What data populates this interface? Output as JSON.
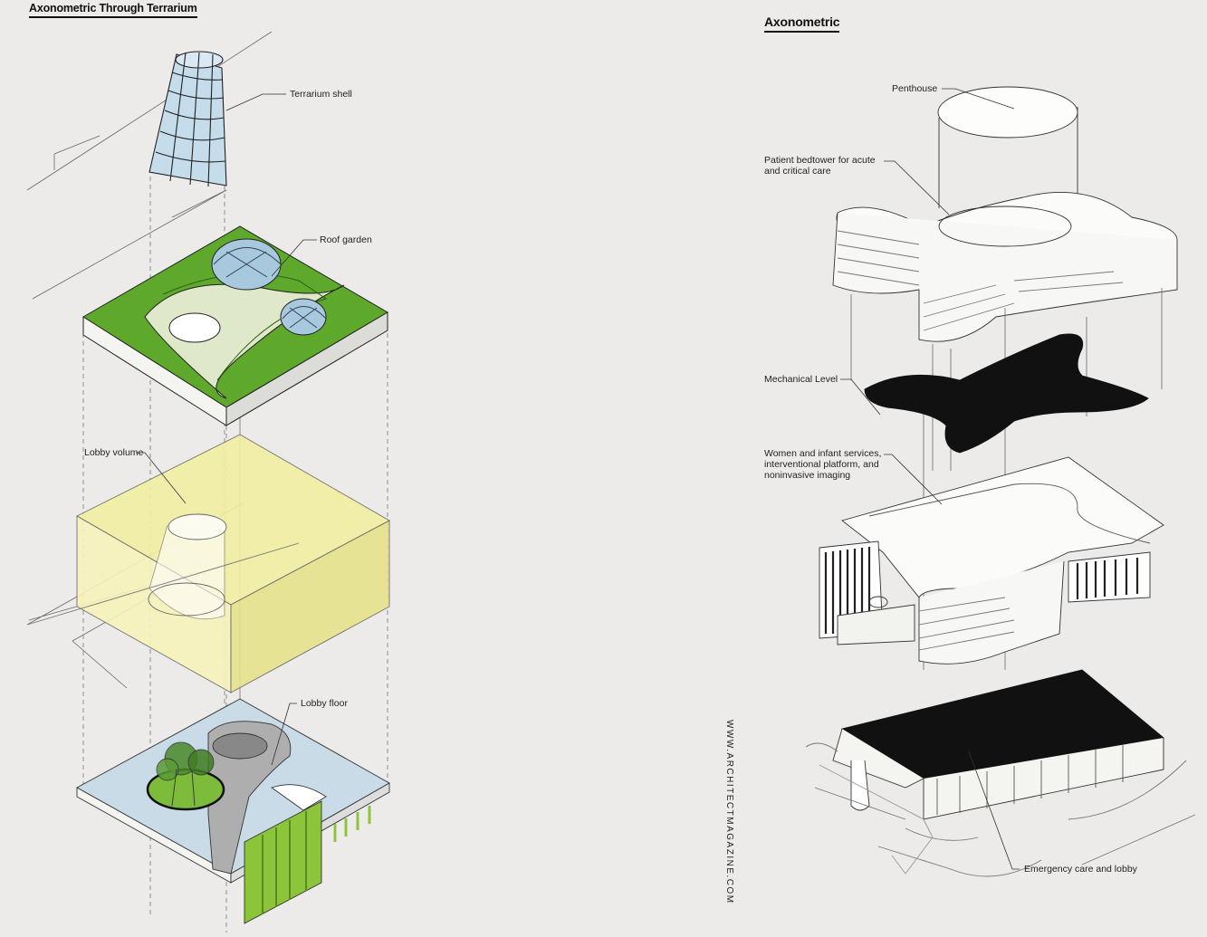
{
  "titles": {
    "left": "Axonometric Through Terrarium",
    "right": "Axonometric"
  },
  "left_labels": {
    "terrarium_shell": "Terrarium shell",
    "roof_garden": "Roof garden",
    "lobby_volume": "Lobby volume",
    "lobby_floor": "Lobby floor"
  },
  "right_labels": {
    "penthouse": "Penthouse",
    "bedtower": [
      "Patient bedtower for acute",
      "and critical care"
    ],
    "mechanical": "Mechanical Level",
    "women": [
      "Women and infant services,",
      "interventional platform, and",
      "noninvasive imaging"
    ],
    "emergency": "Emergency care and lobby"
  },
  "credit": "WWW.ARCHITECTMAGAZINE.COM",
  "colors": {
    "background": "#ecebe9",
    "garden_green": "#5ea92c",
    "lobby_yellow": "#f2efa4",
    "glass_blue": "#a8c8de",
    "floor_blue": "#c8dbe6",
    "facade_green": "#8cc43a",
    "mass_black": "#111111"
  }
}
